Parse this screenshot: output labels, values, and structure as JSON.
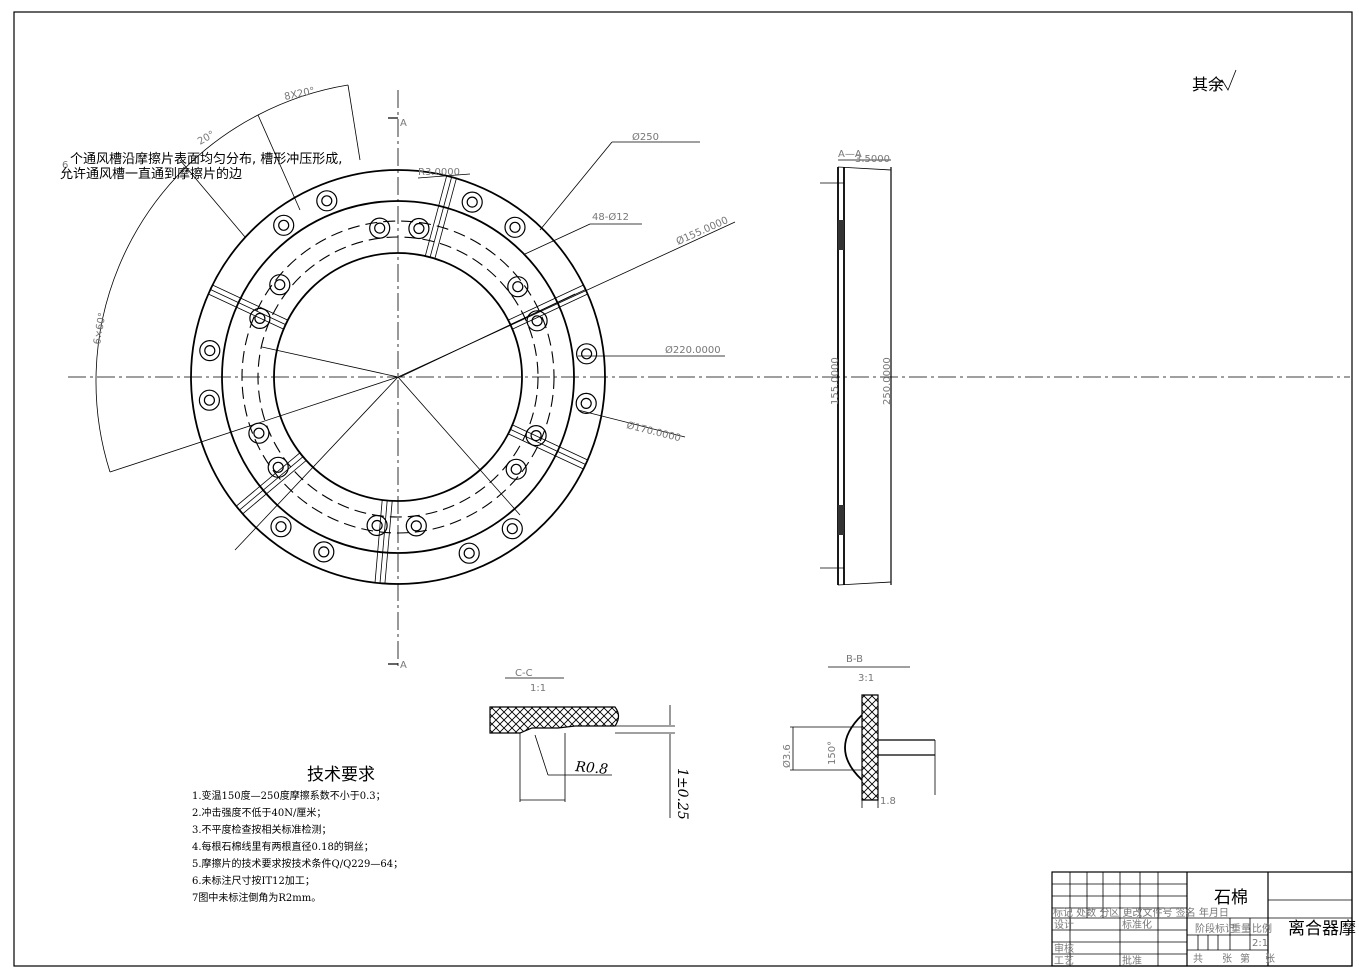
{
  "corner_note": "其余",
  "note": {
    "line1": "个通风槽沿摩擦片表面均匀分布, 槽形冲压形成,",
    "line2": "允许通风槽一直通到摩擦片的边",
    "count": "6"
  },
  "dims": {
    "angle_8x20": "8X20°",
    "angle_20": "20°",
    "angle_6x60": "6×60°",
    "r3": "R3.0000",
    "d250": "Ø250",
    "holes": "48-Ø12",
    "d155": "Ø155.0000",
    "d220": "Ø220.0000",
    "d170": "Ø170.0000",
    "thk": "3.5000",
    "h155": "155.0000",
    "h250": "250.0000",
    "r08": "R0.8",
    "tol": "1±0.25",
    "bb_angle": "150°",
    "bb_h": "Ø3.6",
    "bb_w": "1.8"
  },
  "sections": {
    "aa_top": "A",
    "aa_bottom": "A",
    "side_aa": "A—A",
    "cc": "C-C",
    "cc_scale": "1:1",
    "bb": "B-B",
    "bb_scale": "3:1"
  },
  "tech": {
    "title": "技术要求",
    "items": [
      "1.变温150度—250度摩擦系数不小于0.3；",
      "2.冲击强度不低于40N/厘米；",
      "3.不平度检查按相关标准检测；",
      "4.每根石棉线里有两根直径0.18的铜丝；",
      "5.摩擦片的技术要求按技术条件Q/Q229—64；",
      "6.未标注尺寸按IT12加工；",
      "7图中未标注倒角为R2mm。"
    ]
  },
  "titleblock": {
    "material": "石棉",
    "part_name": "离合器摩",
    "header_row": "标记 处数 分区 更改文件号 签名 年月日",
    "design": "设计",
    "standard": "标准化",
    "stage": "阶段标记",
    "weight": "重量",
    "ratio": "比例",
    "ratio_val": "2:1",
    "check": "审核",
    "process": "工艺",
    "approve": "批准",
    "sheets_total": "共",
    "sheets_unit": "张",
    "sheet_no": "第",
    "sheet_unit2": "张"
  }
}
